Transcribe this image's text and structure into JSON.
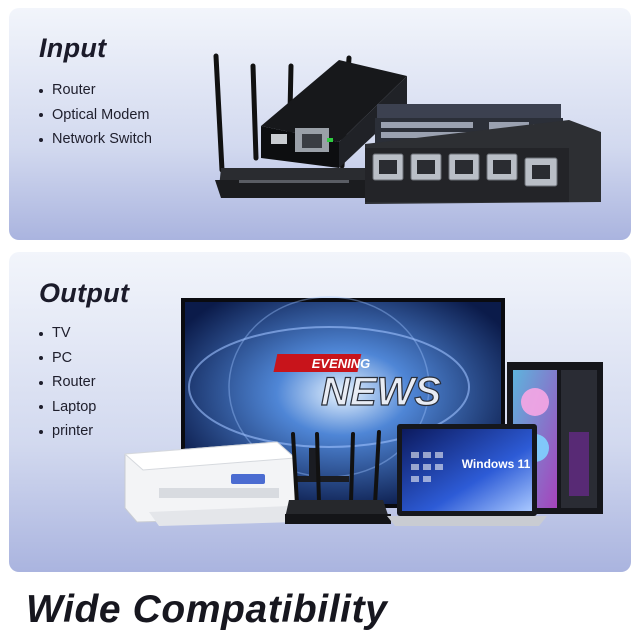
{
  "input": {
    "title": "Input",
    "items": [
      "Router",
      "Optical Modem",
      "Network Switch"
    ]
  },
  "output": {
    "title": "Output",
    "items": [
      "TV",
      "PC",
      "Router",
      "Laptop",
      "printer"
    ],
    "tv_screen": {
      "line1": "EVENING",
      "line2": "NEWS"
    },
    "laptop_screen": {
      "text": "Windows 11"
    }
  },
  "footer": {
    "title": "Wide Compatibility"
  },
  "colors": {
    "panel_top": "#f2f5fb",
    "panel_bottom": "#aab4df",
    "heading": "#1b1b2a",
    "news_red": "#c8141b"
  }
}
